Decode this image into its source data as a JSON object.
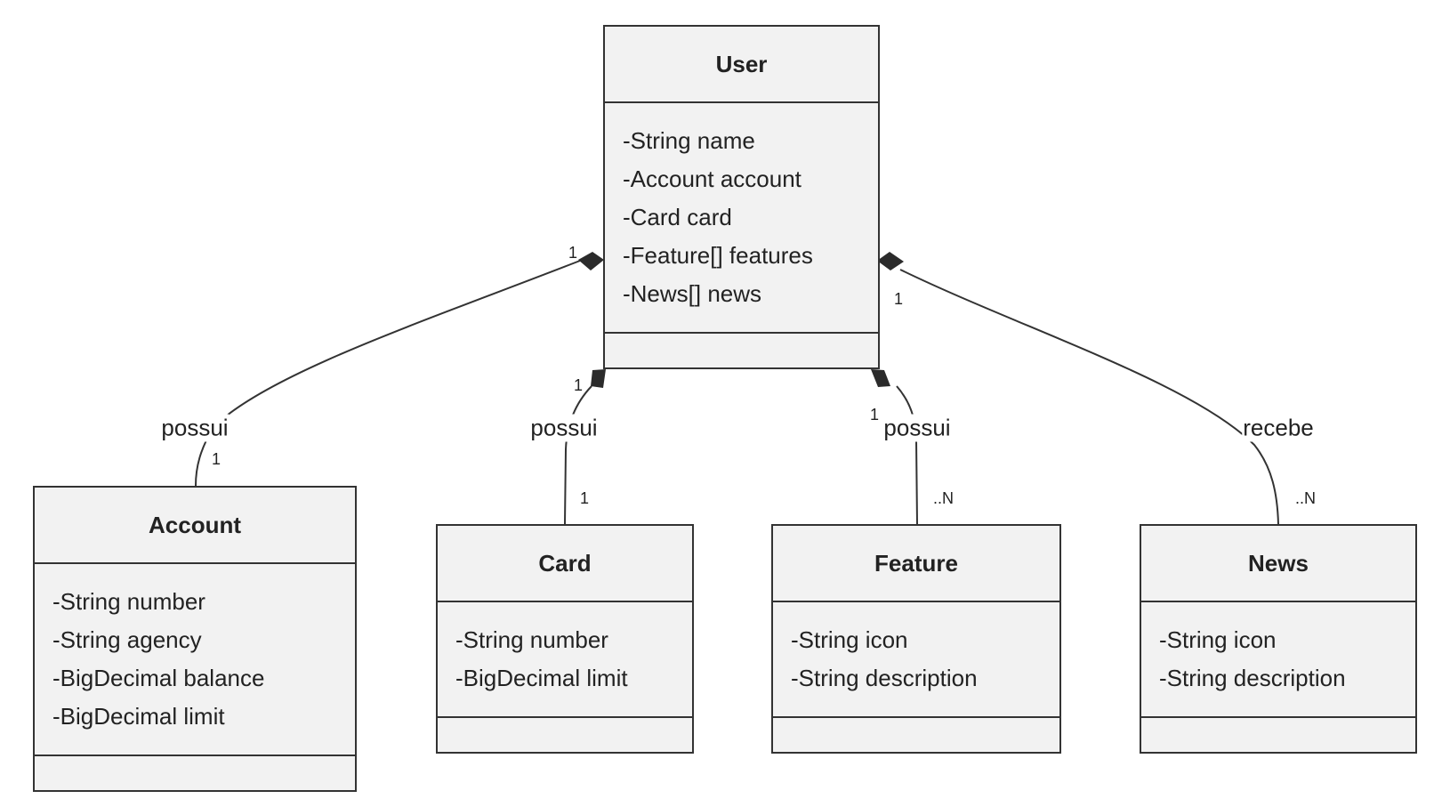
{
  "classes": {
    "user": {
      "name": "User",
      "attributes": [
        "-String name",
        "-Account account",
        "-Card card",
        "-Feature[] features",
        "-News[] news"
      ]
    },
    "account": {
      "name": "Account",
      "attributes": [
        "-String number",
        "-String agency",
        "-BigDecimal balance",
        "-BigDecimal limit"
      ]
    },
    "card": {
      "name": "Card",
      "attributes": [
        "-String number",
        "-BigDecimal limit"
      ]
    },
    "feature": {
      "name": "Feature",
      "attributes": [
        "-String icon",
        "-String description"
      ]
    },
    "news": {
      "name": "News",
      "attributes": [
        "-String icon",
        "-String description"
      ]
    }
  },
  "relations": {
    "account": {
      "kind": "composition",
      "label": "possui",
      "source_multiplicity": "1",
      "target_multiplicity": "1"
    },
    "card": {
      "kind": "composition",
      "label": "possui",
      "source_multiplicity": "1",
      "target_multiplicity": "1"
    },
    "feature": {
      "kind": "composition",
      "label": "possui",
      "source_multiplicity": "1",
      "target_multiplicity": "..N"
    },
    "news": {
      "kind": "composition",
      "label": "recebe",
      "source_multiplicity": "1",
      "target_multiplicity": "..N"
    }
  },
  "colors": {
    "fill": "#f2f2f2",
    "stroke": "#333333",
    "text": "#222222",
    "background": "#ffffff"
  }
}
